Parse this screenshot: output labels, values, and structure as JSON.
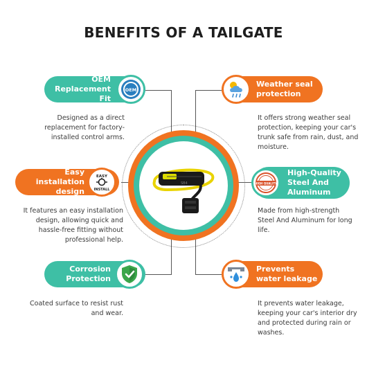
{
  "title": "BENEFITS OF A TAILGATE",
  "colors": {
    "teal": "#3ebfa5",
    "orange": "#f07321",
    "dark": "#1d1d1d"
  },
  "benefits": [
    {
      "label_line1": "OEM",
      "label_line2": "Replacement Fit",
      "icon": "oem-seal-icon",
      "icon_text": "OEM",
      "description": "Designed as a direct replacement for factory-installed control arms."
    },
    {
      "label_line1": "Easy installation",
      "label_line2": "design",
      "icon": "easy-install-icon",
      "icon_text_top": "EASY",
      "icon_text_bottom": "INSTALL",
      "description": "It features an easy installation design, allowing quick and hassle-free fitting without professional help."
    },
    {
      "label_line1": "Corrosion",
      "label_line2": "Protection",
      "icon": "shield-check-icon",
      "description": "Coated surface to resist rust and wear."
    },
    {
      "label_line1": "Weather seal",
      "label_line2": "protection",
      "icon": "weather-icon",
      "description": "It offers strong weather seal protection, keeping your car's trunk safe from rain, dust, and moisture."
    },
    {
      "label_line1": "High-Quality",
      "label_line2": "Steel And",
      "label_line3": "Aluminum",
      "icon": "high-quality-stamp-icon",
      "icon_text": "HIGH QUALITY",
      "description": "Made from high-strength Steel And Aluminum for long life."
    },
    {
      "label_line1": "Prevents",
      "label_line2": "water leakage",
      "icon": "water-drop-icon",
      "description": "It prevents water leakage, keeping your car's interior dry and protected during rain or washes."
    }
  ],
  "product": {
    "icon": "wire-harness-icon",
    "label": "SB4"
  }
}
